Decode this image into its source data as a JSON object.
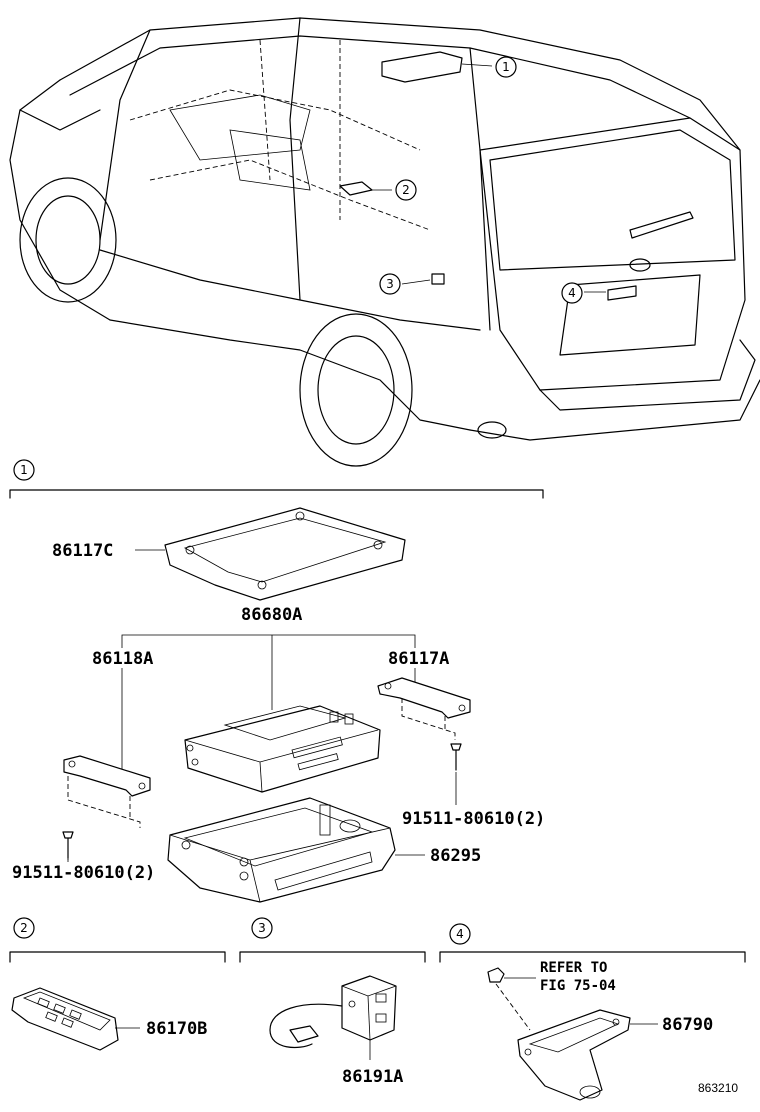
{
  "callouts": [
    "1",
    "2",
    "3",
    "4"
  ],
  "parts": {
    "p86117C": "86117C",
    "p86680A": "86680A",
    "p86118A": "86118A",
    "p86117A": "86117A",
    "p91511_right": "91511-80610(2)",
    "p91511_left": "91511-80610(2)",
    "p86295": "86295",
    "p86170B": "86170B",
    "p86191A": "86191A",
    "p86790": "86790"
  },
  "refer": {
    "line1": "REFER TO",
    "line2": "FIG 75-04"
  },
  "figure_code": "863210"
}
